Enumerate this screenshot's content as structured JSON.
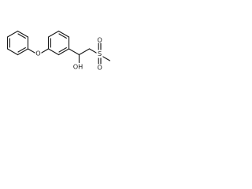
{
  "molecule": {
    "atom_labels": {
      "ether_oxygen": "O",
      "hydroxyl": "OH",
      "sulfur": "S",
      "sulfonyl_oxygen_top": "O",
      "sulfonyl_oxygen_bottom": "O"
    }
  }
}
